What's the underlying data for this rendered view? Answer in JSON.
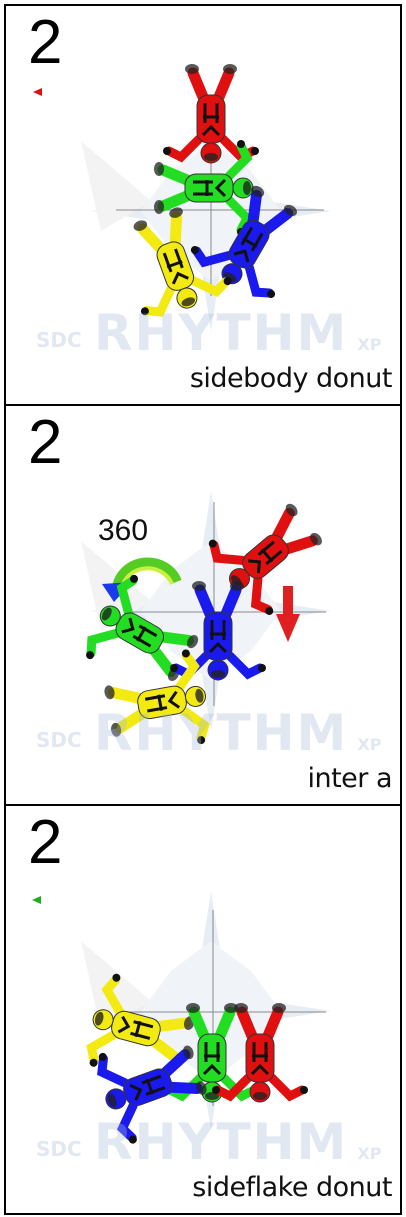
{
  "panels": [
    {
      "number": "2",
      "caption": "sidebody donut",
      "flyers": [
        "red",
        "green",
        "blue",
        "yellow"
      ]
    },
    {
      "number": "2",
      "caption": "inter a",
      "turn_label": "360",
      "flyers": [
        "red",
        "green",
        "blue",
        "yellow"
      ]
    },
    {
      "number": "2",
      "caption": "sideflake donut",
      "flyers": [
        "yellow",
        "green",
        "red",
        "blue"
      ]
    }
  ],
  "watermark": {
    "prefix": "SDC",
    "brand": "RHYTHM",
    "suffix": "XP"
  },
  "colors": {
    "red": "#e01010",
    "green": "#22dd22",
    "blue": "#1a1aee",
    "yellow": "#f2ea10",
    "arrow_red": "#e02020",
    "arrow_green": "#55cc22",
    "arrow_blue": "#1a3aee"
  }
}
